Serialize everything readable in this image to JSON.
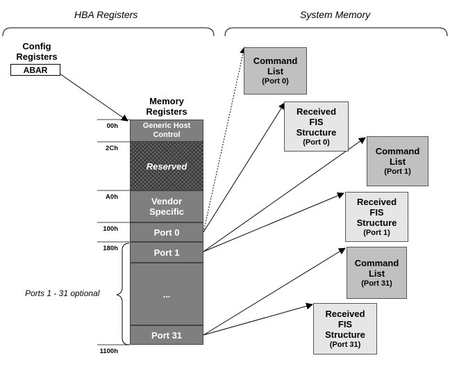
{
  "headers": {
    "hba": "HBA Registers",
    "system": "System Memory"
  },
  "config": {
    "title_line1": "Config",
    "title_line2": "Registers",
    "abar": "ABAR"
  },
  "memory": {
    "title_line1": "Memory",
    "title_line2": "Registers",
    "cells": {
      "ghc": "Generic Host Control",
      "reserved": "Reserved",
      "vendor": "Vendor Specific",
      "port0": "Port 0",
      "port1": "Port 1",
      "ellipsis": "...",
      "port31": "Port 31"
    },
    "offsets": {
      "o00h": "00h",
      "o2ch": "2Ch",
      "oa0h": "A0h",
      "o100h": "100h",
      "o180h": "180h",
      "o1100h": "1100h"
    }
  },
  "ports_note": "Ports 1 - 31 optional",
  "system_boxes": {
    "cl0": {
      "line1": "Command",
      "line2": "List",
      "port": "(Port 0)"
    },
    "fis0": {
      "line1": "Received",
      "line2": "FIS",
      "line3": "Structure",
      "port": "(Port 0)"
    },
    "cl1": {
      "line1": "Command",
      "line2": "List",
      "port": "(Port 1)"
    },
    "fis1": {
      "line1": "Received",
      "line2": "FIS",
      "line3": "Structure",
      "port": "(Port 1)"
    },
    "cl31": {
      "line1": "Command",
      "line2": "List",
      "port": "(Port 31)"
    },
    "fis31": {
      "line1": "Received",
      "line2": "FIS",
      "line3": "Structure",
      "port": "(Port 31)"
    }
  },
  "colors": {
    "memory_cell": "#7f7f7f",
    "command_list": "#c0c0c0",
    "received_fis": "#e6e6e6",
    "abar_box": "#ffffff"
  }
}
